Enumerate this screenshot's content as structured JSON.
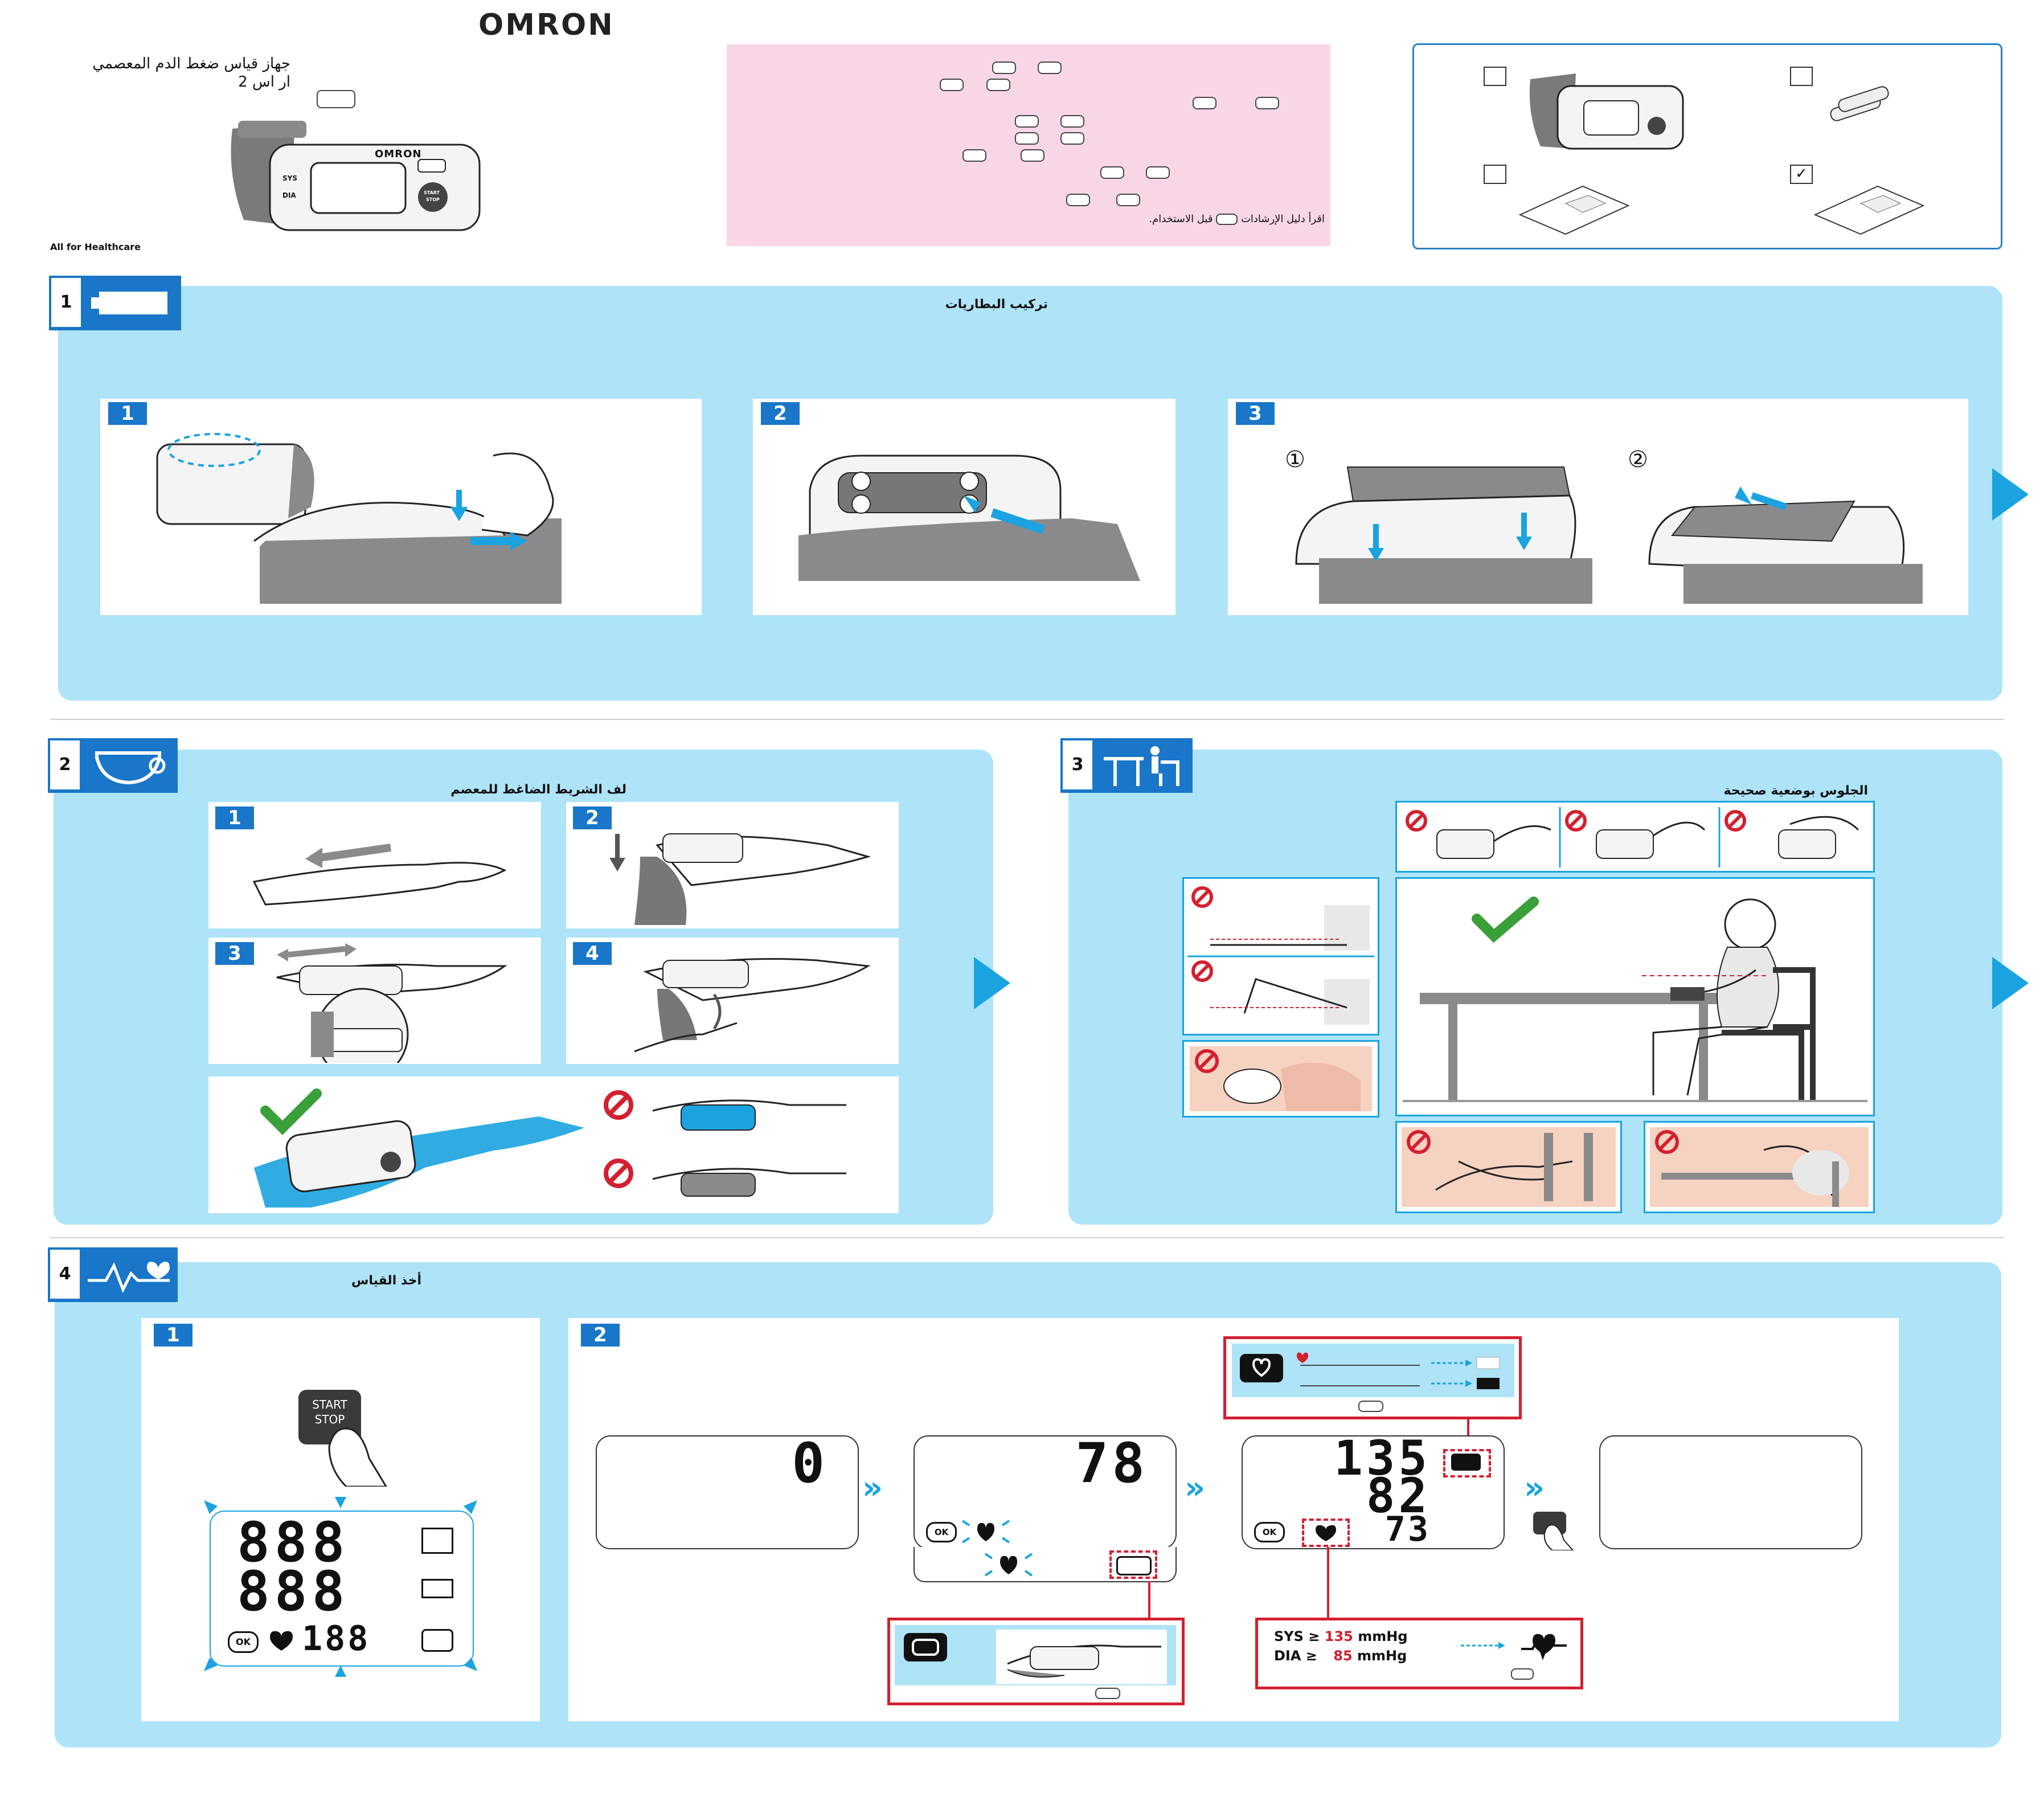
{
  "header": {
    "brand": "OMRON",
    "title_line1": "جهاز قياس ضغط الدم المعصمي",
    "title_line2": "ار اس 2",
    "tagline": "All for Healthcare",
    "pink_instruction_a": "اقرأ دليل الإرشادات",
    "pink_instruction_b": "قبل الاستخدام."
  },
  "contents": {
    "items": [
      {
        "name": "monitor",
        "checked": false
      },
      {
        "name": "batteries",
        "checked": false
      },
      {
        "name": "manual",
        "checked": false
      },
      {
        "name": "guide",
        "checked": true
      }
    ],
    "check_mark": "✓"
  },
  "device": {
    "brand": "OMRON",
    "sys": "SYS",
    "dia": "DIA",
    "start": "START",
    "stop": "STOP"
  },
  "section1": {
    "number": "1",
    "title": "تركيب البطاريات",
    "steps": [
      "1",
      "2",
      "3"
    ],
    "sub1": "①",
    "sub2": "②"
  },
  "section2": {
    "number": "2",
    "title": "لف الشريط الضاغط للمعصم",
    "steps": [
      "1",
      "2",
      "3",
      "4"
    ]
  },
  "section3": {
    "number": "3",
    "title": "الجلوس بوضعية صحيحة"
  },
  "section4": {
    "number": "4",
    "title": "أخذ القياس",
    "steps": [
      "1",
      "2"
    ],
    "button_start": "START",
    "button_stop": "STOP",
    "lcd_test_row1": "888",
    "lcd_test_row2": "888",
    "lcd_test_row3": "188",
    "ok_label": "OK",
    "display_zero": "0",
    "display_inflating": "78",
    "display_sys": "135",
    "display_dia": "82",
    "display_pulse": "73",
    "chevrons": "»",
    "sys_label": "SYS ≥",
    "sys_value": "135",
    "dia_label": "DIA ≥",
    "dia_value": "85",
    "unit": "mmHg"
  },
  "colors": {
    "panel": "#aee3f8",
    "accent": "#1976c8",
    "arrow": "#1aa3e0",
    "pink": "#f9d6e6",
    "red": "#d32030",
    "ok_green": "#3aa03a"
  }
}
